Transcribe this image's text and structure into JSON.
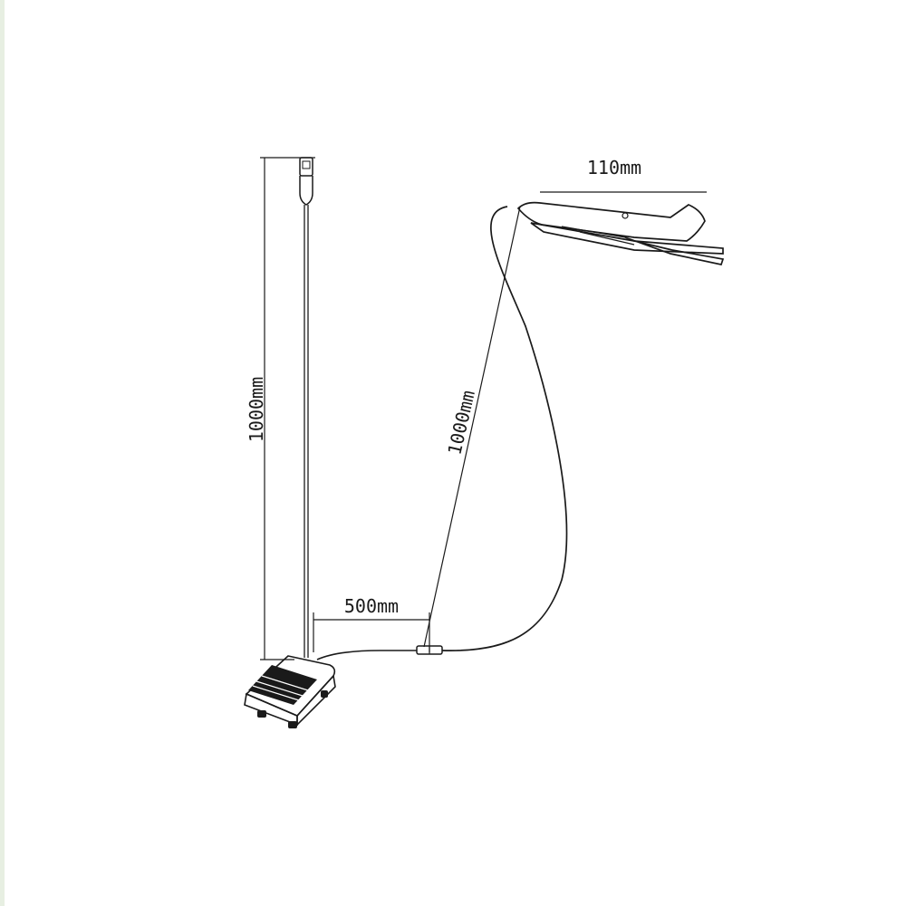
{
  "dimensions": {
    "usb_cable_length": "1000mm",
    "pedal_to_connector": "500mm",
    "clip_cable_length": "1000mm",
    "clip_length": "110mm"
  },
  "colors": {
    "line": "#1a1a1a",
    "background": "#ffffff",
    "left_edge": "#e7efe2"
  },
  "icons": {
    "usb_plug": "usb-plug-icon",
    "foot_pedal": "foot-pedal-icon",
    "clip": "clip-icon",
    "inline_connector": "inline-connector-icon"
  }
}
